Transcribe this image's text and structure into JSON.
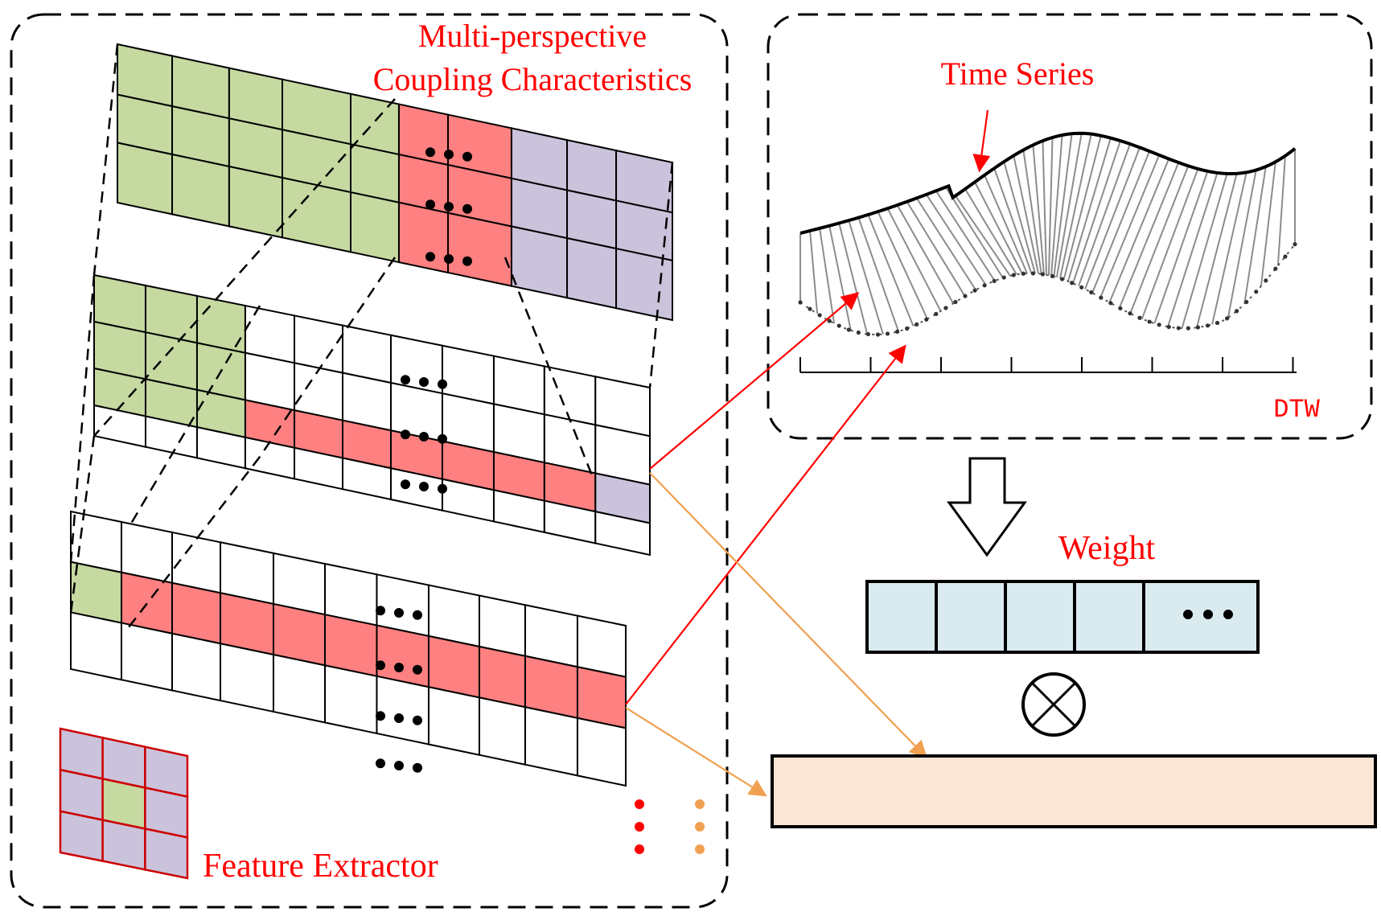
{
  "labels": {
    "multi_perspective_line1": "Multi-perspective",
    "multi_perspective_line2": "Coupling Characteristics",
    "time_series": "Time Series",
    "dtw": "DTW",
    "weight": "Weight",
    "feature_extractor": "Feature Extractor"
  },
  "colors": {
    "green": "#c5d9a1",
    "red": "#ff8080",
    "purple": "#cbc2db",
    "light_blue": "#daebf0",
    "peach": "#fbe6d6",
    "accent_red": "#ff0000",
    "accent_orange": "#f0a050",
    "gray_link": "#8c8c8c"
  },
  "icons": {
    "ellipsis": "three-dots",
    "multiply": "circled-times",
    "down_arrow": "hollow-down-arrow"
  }
}
